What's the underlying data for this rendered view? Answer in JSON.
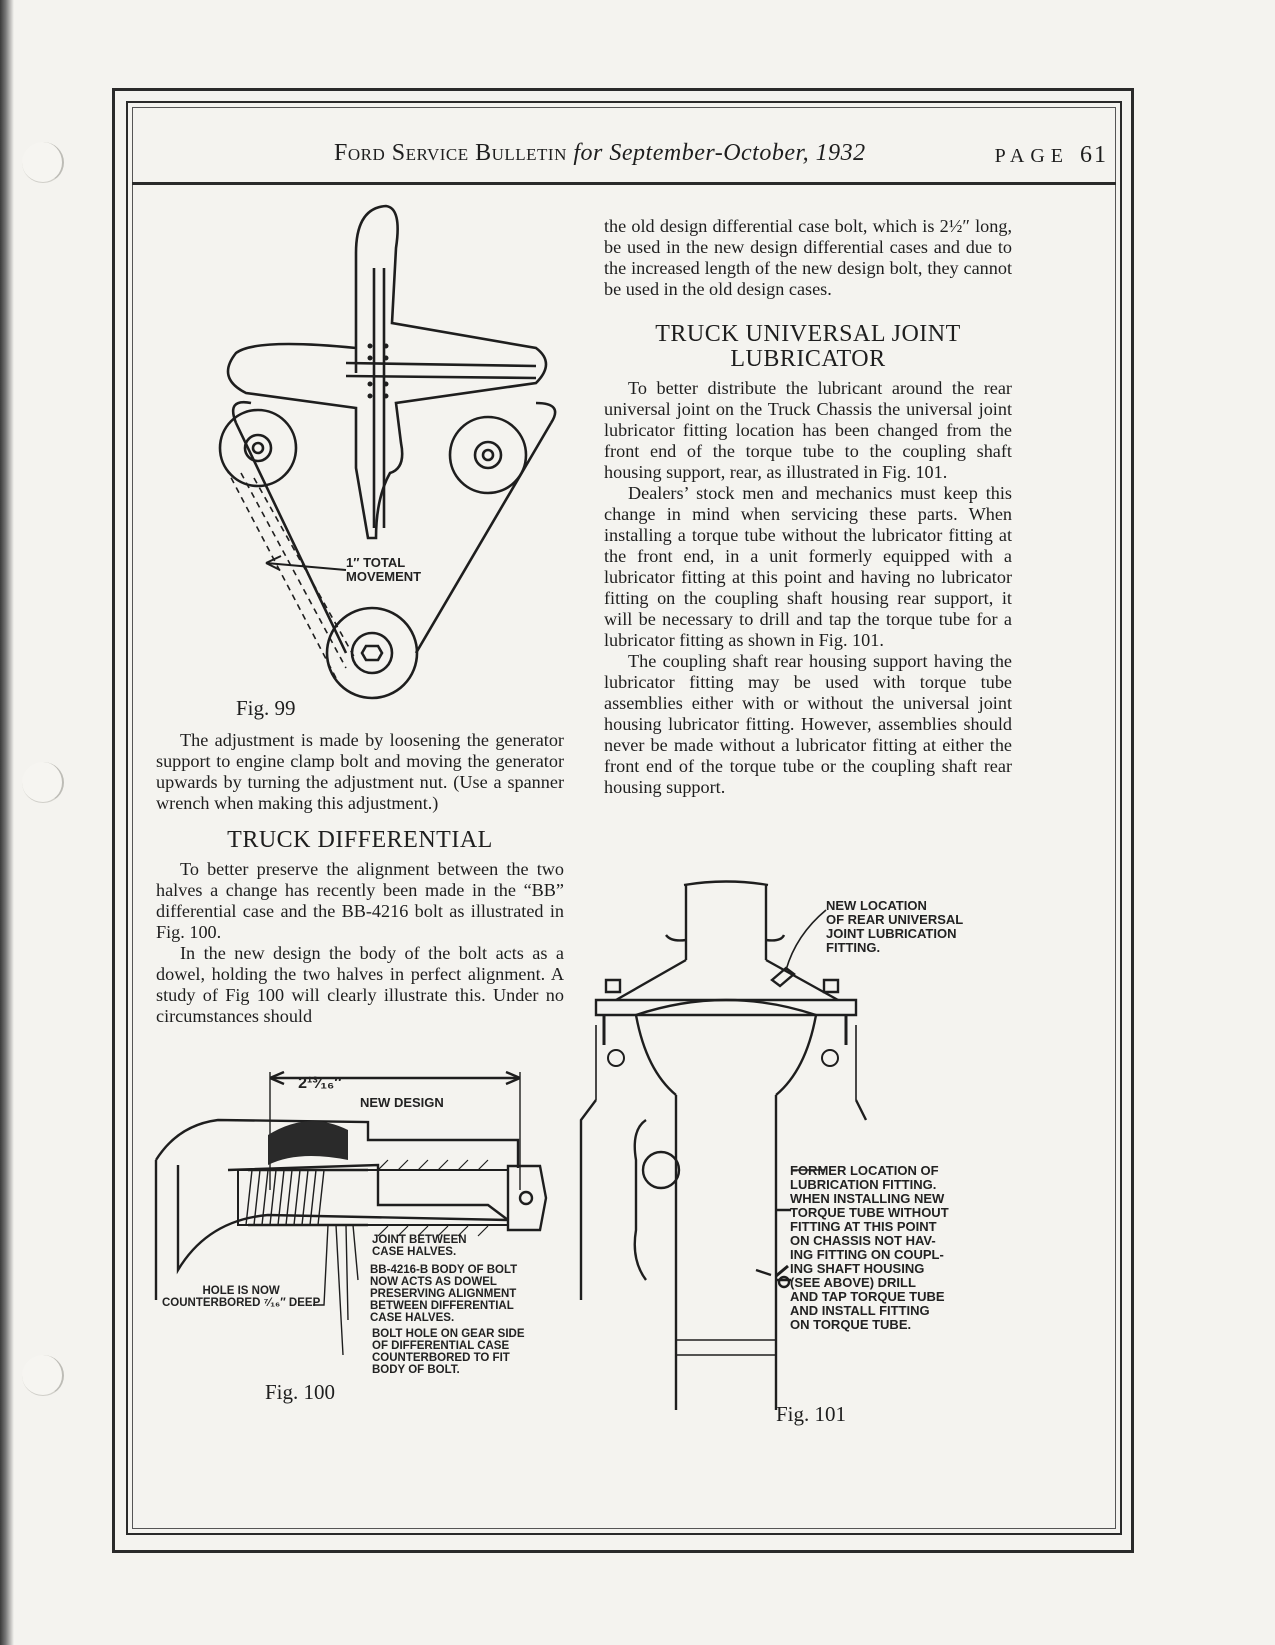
{
  "header": {
    "publication": "Ford Service Bulletin",
    "for_date": "for September-October, 1932",
    "page_label": "PAGE",
    "page_number": "61"
  },
  "left_column": {
    "adjustment_paragraph": "The adjustment is made by loosening the generator support to engine clamp bolt and moving the generator upwards by turning the adjustment nut. (Use a spanner wrench when making this adjustment.)",
    "differential_heading": "TRUCK DIFFERENTIAL",
    "differential_p1": "To better preserve the alignment between the two halves a change has recently been made in the “BB” differential case and the BB-4216 bolt as illustrated in Fig. 100.",
    "differential_p2": "In the new design the body of the bolt acts as a dowel, holding the two halves in perfect alignment. A study of Fig 100 will clearly illustrate this. Under no circumstances should"
  },
  "right_column": {
    "continuation": "the old design differential case bolt, which is 2½″ long, be used in the new design differential cases and due to the increased length of the new design bolt, they cannot be used in the old design cases.",
    "ujoint_heading_line1": "TRUCK UNIVERSAL JOINT",
    "ujoint_heading_line2": "LUBRICATOR",
    "ujoint_p1": "To better distribute the lubricant around the rear universal joint on the Truck Chassis the universal joint lubricator fitting location has been changed from the front end of the torque tube to the coupling shaft housing support, rear, as illustrated in Fig. 101.",
    "ujoint_p2": "Dealers’ stock men and mechanics must keep this change in mind when servicing these parts. When installing a torque tube without the lubricator fitting at the front end, in a unit formerly equipped with a lubricator fitting at this point and having no lubricator fitting on the coupling shaft housing rear support, it will be necessary to drill and tap the torque tube for a lubricator fitting as shown in Fig. 101.",
    "ujoint_p3": "The coupling shaft rear housing support having the lubricator fitting may be used with torque tube assemblies either with or without the universal joint housing lubricator fitting. However, assemblies should never be made without a lubricator fitting at either the front end of the torque tube or the coupling shaft rear housing support."
  },
  "fig99": {
    "label": "Fig. 99",
    "callout": "1″ TOTAL\nMOVEMENT"
  },
  "fig100": {
    "label": "Fig. 100",
    "dimension": "2¹³⁄₁₆″",
    "new_design": "NEW DESIGN",
    "callout_joint": "JOINT BETWEEN\nCASE HALVES.",
    "callout_body": "BB-4216-B BODY OF BOLT\nNOW ACTS AS DOWEL\nPRESERVING ALIGNMENT\nBETWEEN DIFFERENTIAL\nCASE HALVES.",
    "callout_hole": "HOLE IS NOW\nCOUNTERBORED ⁷⁄₁₆″ DEEP",
    "callout_gear": "BOLT HOLE ON GEAR SIDE\nOF DIFFERENTIAL CASE\nCOUNTERBORED TO FIT\nBODY OF BOLT."
  },
  "fig101": {
    "label": "Fig. 101",
    "callout_new": "NEW LOCATION\nOF REAR UNIVERSAL\nJOINT LUBRICATION\nFITTING.",
    "callout_former": "FORMER LOCATION OF\nLUBRICATION FITTING.\nWHEN INSTALLING NEW\nTORQUE TUBE WITHOUT\nFITTING AT THIS POINT\nON CHASSIS NOT HAV-\nING FITTING ON COUPL-\nING SHAFT HOUSING\n(SEE ABOVE) DRILL\nAND TAP TORQUE TUBE\nAND INSTALL FITTING\nON TORQUE TUBE."
  }
}
